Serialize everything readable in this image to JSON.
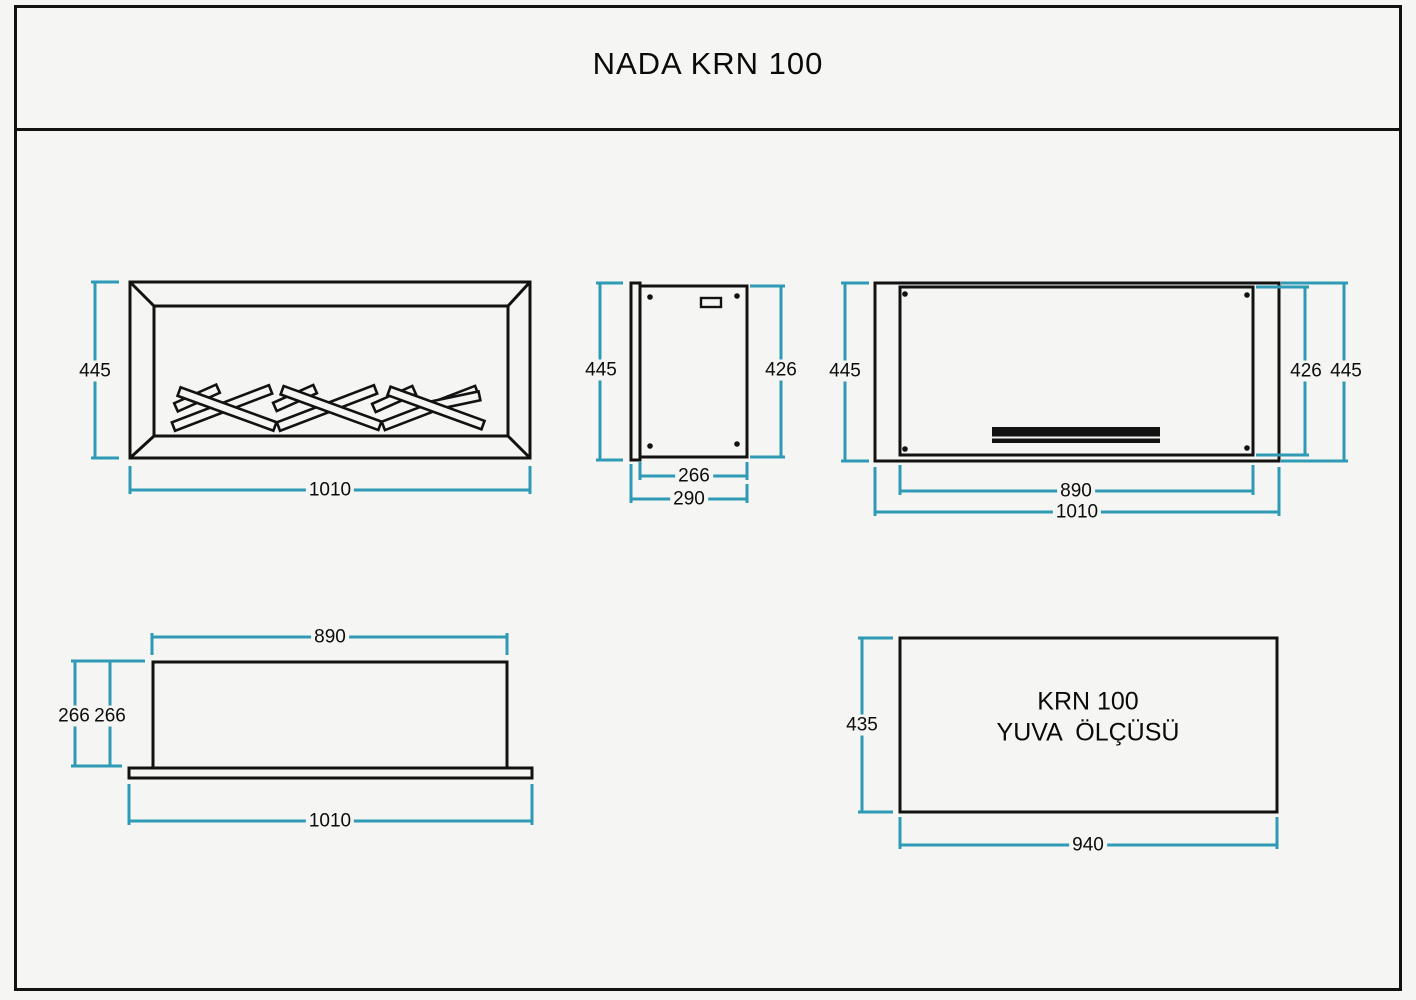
{
  "title": "NADA KRN 100",
  "colors": {
    "background": "#f5f5f3",
    "line": "#121212",
    "dimension": "#2e9ab6"
  },
  "views": {
    "front": {
      "dims": {
        "height": "445",
        "width": "1010"
      }
    },
    "side": {
      "dims": {
        "height": "445",
        "body_height": "426",
        "body_depth": "266",
        "total_depth": "290"
      }
    },
    "back": {
      "dims": {
        "height_left": "445",
        "body_height": "426",
        "height_right": "445",
        "inner_width": "890",
        "width": "1010"
      }
    },
    "top": {
      "dims": {
        "body_width": "890",
        "depth_outer": "266",
        "depth_inner": "266",
        "width": "1010"
      }
    },
    "niche": {
      "label_line1": "KRN 100",
      "label_line2": "YUVA  ÖLÇÜSÜ",
      "dims": {
        "height": "435",
        "width": "940"
      }
    }
  }
}
